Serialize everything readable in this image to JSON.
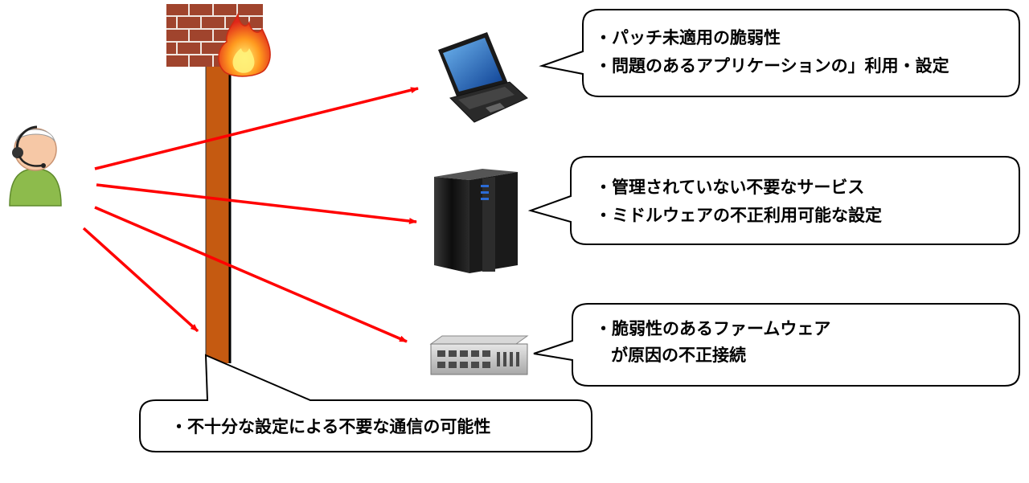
{
  "callouts": {
    "laptop": {
      "line1": "・パッチ未適用の脆弱性",
      "line2": "・問題のあるアプリケーションの」利用・設定"
    },
    "server": {
      "line1": "・管理されていない不要なサービス",
      "line2": "・ミドルウェアの不正利用可能な設定"
    },
    "switch": {
      "line1": "・脆弱性のあるファームウェア",
      "line2": "が原因の不正接続"
    },
    "firewall": {
      "line1": "・不十分な設定による不要な通信の可能性"
    }
  },
  "colors": {
    "attack_arrow": "#ff0000",
    "firewall_pillar": "#c55a11",
    "brick": "#a0442d",
    "person_body": "#8dbb4c",
    "callout_border": "#000000"
  },
  "icons": {
    "attacker": "headset-person-icon",
    "laptop": "laptop-icon",
    "server": "tower-server-icon",
    "switch": "network-switch-icon",
    "firewall": "brick-firewall-fire-icon"
  }
}
